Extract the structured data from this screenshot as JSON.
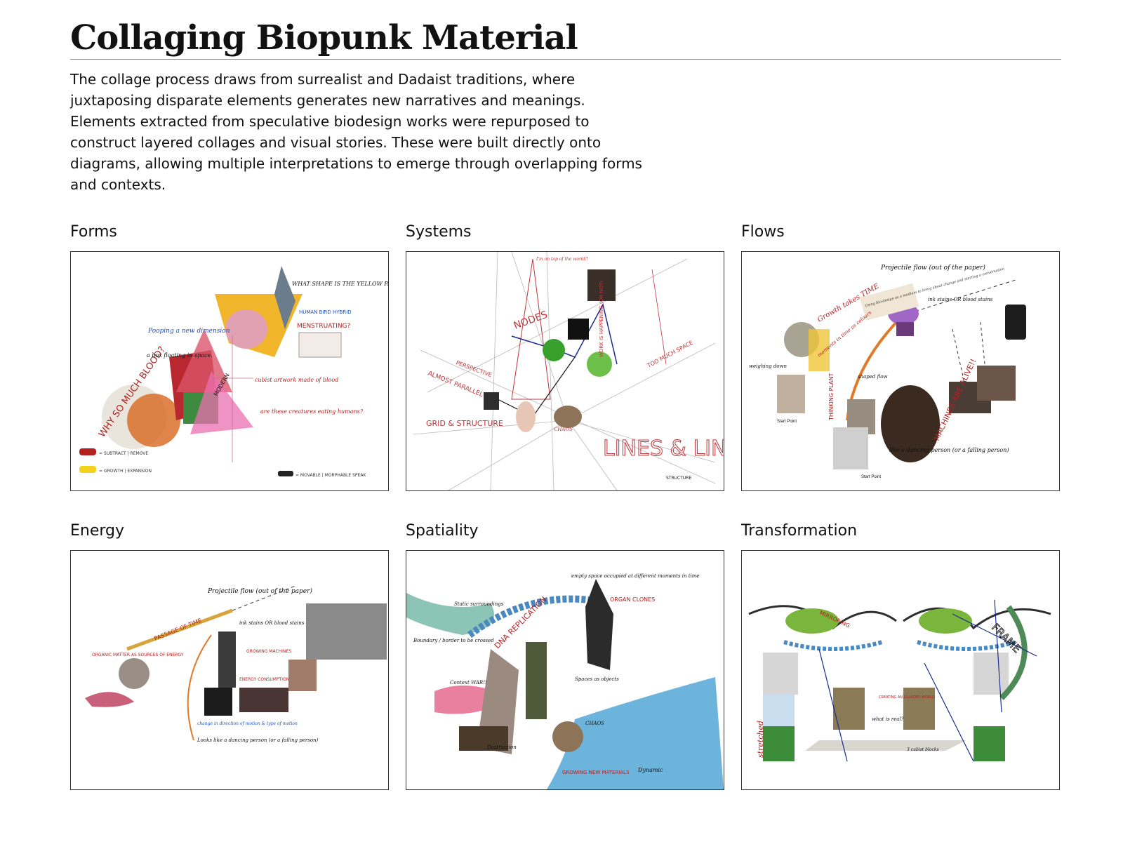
{
  "header": {
    "title": "Collaging Biopunk Material",
    "intro": "The collage process draws from surrealist and Dadaist traditions, where juxtaposing disparate elements generates new narratives and meanings. Elements extracted from speculative biodesign works were repurposed to construct layered collages and visual stories. These were built directly onto diagrams, allowing multiple interpretations to emerge through overlapping forms and contexts."
  },
  "panels": [
    {
      "label": "Forms",
      "notes": {
        "blood": "WHY SO MUCH BLOOD?",
        "shape": "WHAT SHAPE IS THE YELLOW PATCH?",
        "bird": "HUMAN BIRD HYBRID",
        "menstruating": "MENSTRUATING?",
        "pooping": "Pooping a new dimension",
        "box": "a box floating in space.",
        "modern": "MODERN",
        "cubist": "cubist artwork made of blood",
        "creatures": "are these creatures eating humans?",
        "legend_red": "= SUBTRACT | REMOVE",
        "legend_yellow": "= GROWTH | EXPANSION",
        "legend_black": "= MOVABLE | MORPHABLE SPEAK"
      }
    },
    {
      "label": "Systems",
      "notes": {
        "nodes": "NODES",
        "perspective": "PERSPECTIVE",
        "parallel": "ALMOST PARALLEL",
        "grid": "GRID & STRUCTURE",
        "lines": "LINES & LINE",
        "work": "WORK IS HAPPENING (OR NOT)",
        "space": "TOO MUCH SPACE",
        "chaos": "CHAOS",
        "structure": "STRUCTURE",
        "top": "I'm on top of the world!!"
      }
    },
    {
      "label": "Flows",
      "notes": {
        "projectile": "Projectile flow (out of the paper)",
        "growth": "Growth takes TIME",
        "colours": "moments in time as colours",
        "thinking": "THINKING PLANT",
        "alive": "MACHINES ARE ALIVE!!",
        "stains": "ink stains OR blood stains",
        "weighing": "weighing down",
        "shaped": "shaped flow",
        "dancing": "like a dancing person (or a falling person)",
        "start1": "Start Point",
        "start2": "Start Point",
        "card": "Using bio-design as a medium to bring about change and starting a conversation"
      }
    },
    {
      "label": "Energy",
      "notes": {
        "projectile": "Projectile flow (out of the paper)",
        "passage": "PASSAGE OF TIME",
        "organic": "ORGANIC MATTER AS SOURCES OF ENERGY",
        "growing": "GROWING MACHINES",
        "consumption": "ENERGY CONSUMPTION",
        "stains": "ink stains OR blood stains",
        "change": "change in direction of motion & type of motion",
        "dancing": "Looks like a dancing person (or a falling person)"
      }
    },
    {
      "label": "Spatiality",
      "notes": {
        "dna": "DNA REPLICATION",
        "organ": "ORGAN CLONES",
        "empty": "empty space occupied at different moments in time",
        "static": "Static surroundings",
        "boundary": "Boundary / border to be crossed",
        "war": "Context WAR!!",
        "spaces": "Spaces as objects",
        "destruction": "Destruction",
        "chaos": "CHAOS",
        "growing": "GROWING NEW MATERIALS",
        "dynamic": "Dynamic"
      }
    },
    {
      "label": "Transformation",
      "notes": {
        "mirroring": "MIRRORING",
        "frame": "FRAME",
        "stretched": "stretched",
        "illusory": "CREATING AN ILLUSORY WORLD",
        "real": "what is real?",
        "cubist": "3 cubist blocks"
      }
    }
  ]
}
